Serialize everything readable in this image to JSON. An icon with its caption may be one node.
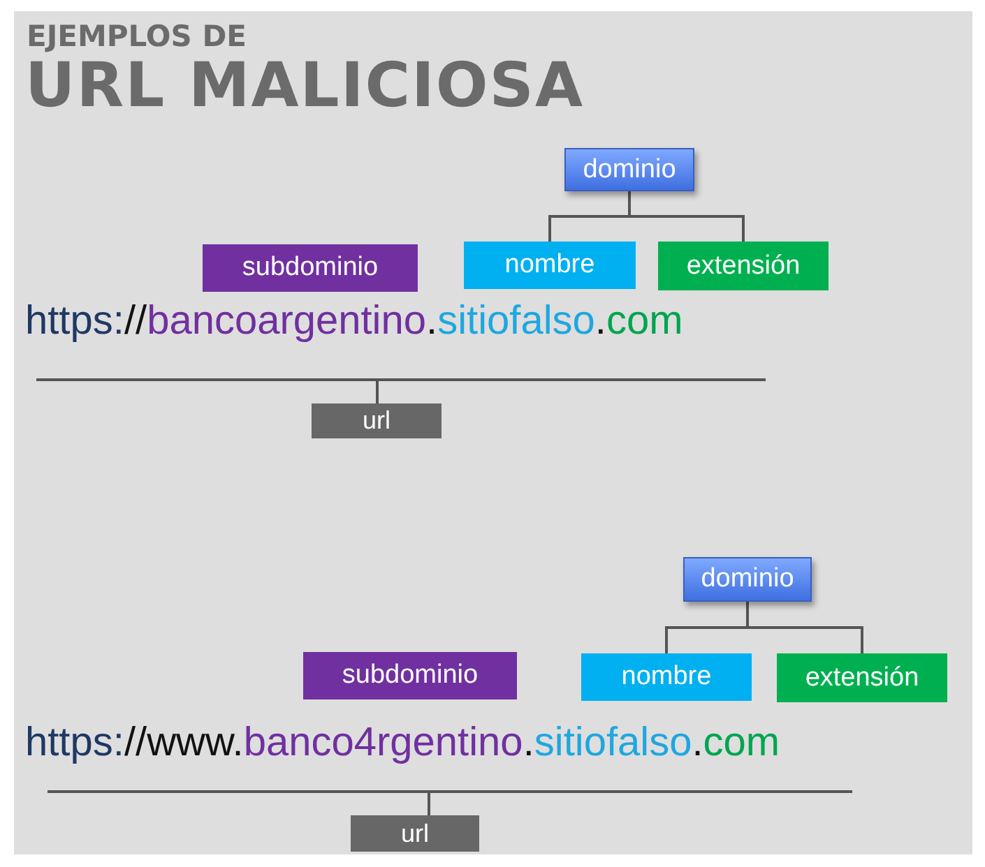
{
  "diagram": {
    "title": "URL MALICIOSA",
    "nodes": [
      {
        "text": [
          "dominio"
        ]
      },
      {
        "text": [
          "subdominio"
        ]
      },
      {
        "text": [
          "nombre"
        ]
      },
      {
        "text": [
          "extensión"
        ]
      },
      {
        "text": [
          "url"
        ]
      },
      {
        "text": [
          "dominio"
        ]
      },
      {
        "text": [
          "subdominio"
        ]
      },
      {
        "text": [
          "nombre"
        ]
      },
      {
        "text": [
          "extensión"
        ]
      },
      {
        "text": [
          "url"
        ]
      }
    ],
    "edges": [
      {
        "from": 0,
        "to": 2,
        "arrow": "none"
      },
      {
        "from": 0,
        "to": 3,
        "arrow": "none"
      },
      {
        "from": 5,
        "to": 7,
        "arrow": "none"
      },
      {
        "from": 5,
        "to": 8,
        "arrow": "none"
      }
    ],
    "labels": [
      "EJEMPLOS DE",
      "https://bancoargentino.sitiofalso.com",
      "https://www.banco4rgentino.sitiofalso.com"
    ]
  }
}
